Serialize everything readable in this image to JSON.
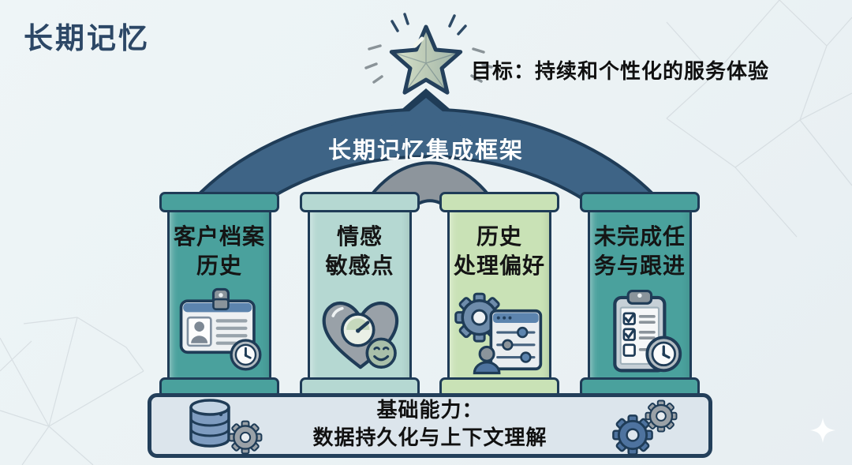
{
  "page": {
    "title": "长期记忆"
  },
  "goal": {
    "label": "目标：持续和个性化的服务体验",
    "icon": "star-icon"
  },
  "arch": {
    "label": "长期记忆集成框架"
  },
  "pillars": [
    {
      "line1": "客户档案",
      "line2": "历史",
      "icon": "id-card-clock-icon",
      "color": "#4aa19d"
    },
    {
      "line1": "情感",
      "line2": "敏感点",
      "icon": "heart-gauge-smiley-icon",
      "color": "#b5d8d2"
    },
    {
      "line1": "历史",
      "line2": "处理偏好",
      "icon": "gear-settings-person-icon",
      "color": "#c9e2b6"
    },
    {
      "line1": "未完成任",
      "line2": "务与跟进",
      "icon": "clipboard-clock-icon",
      "color": "#4aa19d"
    }
  ],
  "base": {
    "line1": "基础能力：",
    "line2": "数据持久化与上下文理解",
    "left_icon": "database-gear-icon",
    "right_icon": "double-gear-icon"
  },
  "palette": {
    "background": "#ecf3f5",
    "title_text": "#2c4766",
    "arch_fill": "#3e6486",
    "arch_outline": "#1f3c57",
    "inner_arch_gray": "#8d959c",
    "pillar_teal": "#4aa19d",
    "pillar_mint": "#b5d8d2",
    "pillar_green": "#c9e2b6",
    "base_fill": "#dce5ec",
    "label_text": "#111111",
    "arch_label_text": "#ffffff",
    "icon_blue": "#5c84ae",
    "icon_gray": "#9aa1a7"
  }
}
